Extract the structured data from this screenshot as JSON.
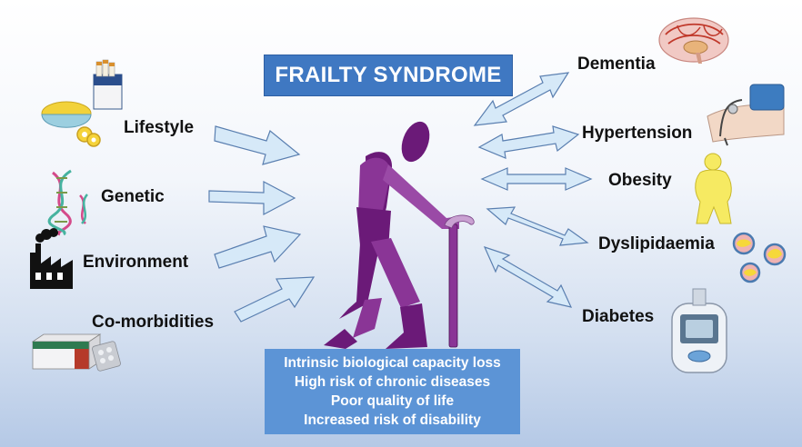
{
  "title": "FRAILTY SYNDROME",
  "causes": [
    {
      "label": "Lifestyle",
      "icon": "food-and-cigarettes-icon"
    },
    {
      "label": "Genetic",
      "icon": "dna-icon"
    },
    {
      "label": "Environment",
      "icon": "factory-icon"
    },
    {
      "label": "Co-morbidities",
      "icon": "medication-box-icon"
    }
  ],
  "conditions": [
    {
      "label": "Dementia",
      "icon": "brain-icon"
    },
    {
      "label": "Hypertension",
      "icon": "blood-pressure-cuff-icon"
    },
    {
      "label": "Obesity",
      "icon": "body-figure-icon"
    },
    {
      "label": "Dyslipidaemia",
      "icon": "cholesterol-vessel-icon"
    },
    {
      "label": "Diabetes",
      "icon": "glucometer-icon"
    }
  ],
  "outcomes": [
    "Intrinsic biological capacity loss",
    "High risk of chronic diseases",
    "Poor quality of life",
    "Increased risk of disability"
  ],
  "colors": {
    "title_box": "#3f78c2",
    "info_box": "#5c94d6",
    "arrow_fill": "#d6e9f8",
    "arrow_stroke": "#5a7fb0",
    "figure_dark": "#6b1a78",
    "figure_light": "#9a4aa6"
  }
}
